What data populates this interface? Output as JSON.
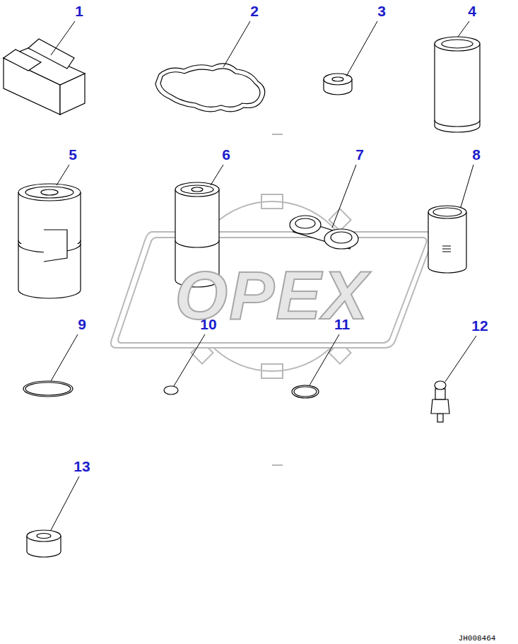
{
  "diagram": {
    "labels": [
      "1",
      "2",
      "3",
      "4",
      "5",
      "6",
      "7",
      "8",
      "9",
      "10",
      "11",
      "12",
      "13",
      "OPEX",
      "JH008464"
    ]
  }
}
